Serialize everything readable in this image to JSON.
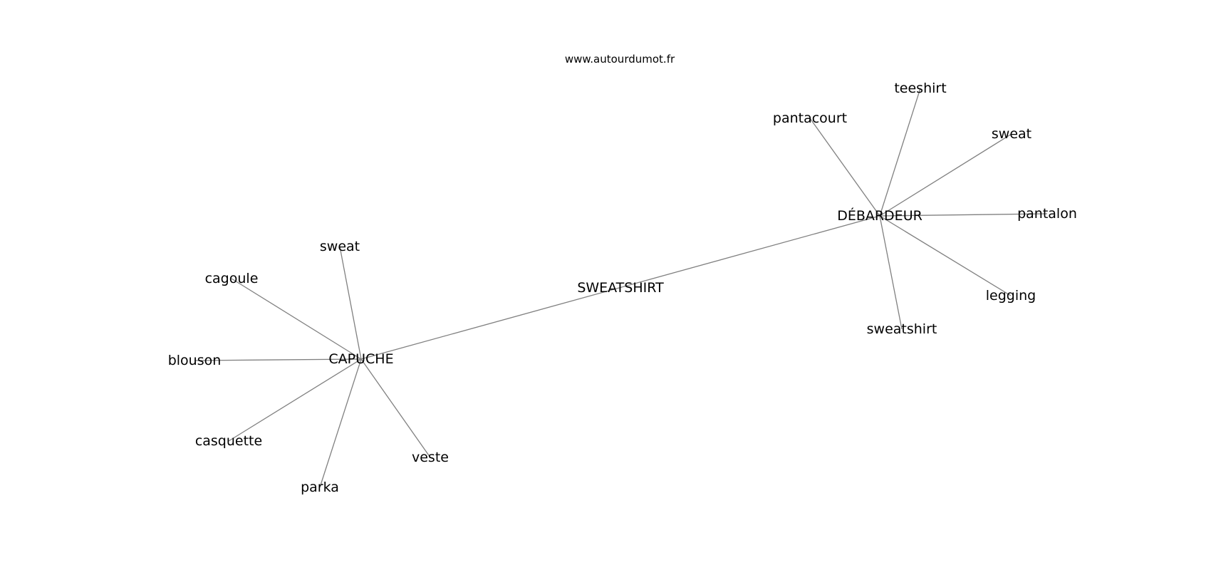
{
  "watermark": "www.autourdumot.fr",
  "graph": {
    "nodes": [
      {
        "id": "sweatshirt_center",
        "label": "SWEATSHIRT"
      },
      {
        "id": "capuche",
        "label": "CAPUCHE"
      },
      {
        "id": "debardeur",
        "label": "DÉBARDEUR"
      },
      {
        "id": "sweat_left",
        "label": "sweat"
      },
      {
        "id": "cagoule",
        "label": "cagoule"
      },
      {
        "id": "blouson",
        "label": "blouson"
      },
      {
        "id": "casquette",
        "label": "casquette"
      },
      {
        "id": "parka",
        "label": "parka"
      },
      {
        "id": "veste",
        "label": "veste"
      },
      {
        "id": "pantacourt",
        "label": "pantacourt"
      },
      {
        "id": "teeshirt",
        "label": "teeshirt"
      },
      {
        "id": "sweat_right",
        "label": "sweat"
      },
      {
        "id": "pantalon",
        "label": "pantalon"
      },
      {
        "id": "legging",
        "label": "legging"
      },
      {
        "id": "sweatshirt_small",
        "label": "sweatshirt"
      }
    ],
    "edges": [
      [
        "capuche",
        "debardeur"
      ],
      [
        "capuche",
        "sweat_left"
      ],
      [
        "capuche",
        "cagoule"
      ],
      [
        "capuche",
        "blouson"
      ],
      [
        "capuche",
        "casquette"
      ],
      [
        "capuche",
        "parka"
      ],
      [
        "capuche",
        "veste"
      ],
      [
        "debardeur",
        "pantacourt"
      ],
      [
        "debardeur",
        "teeshirt"
      ],
      [
        "debardeur",
        "sweat_right"
      ],
      [
        "debardeur",
        "pantalon"
      ],
      [
        "debardeur",
        "legging"
      ],
      [
        "debardeur",
        "sweatshirt_small"
      ]
    ]
  }
}
